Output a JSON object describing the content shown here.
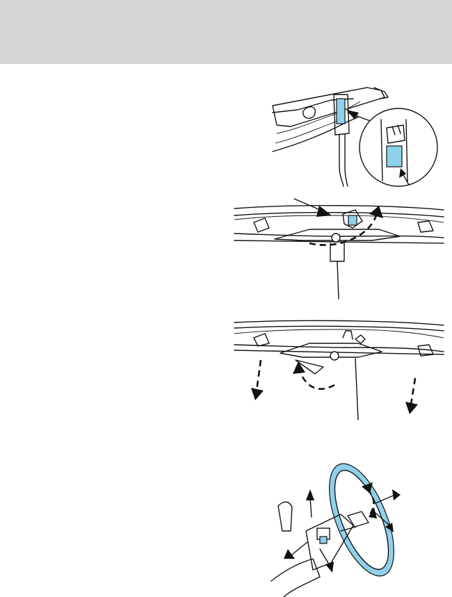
{
  "page": {
    "header_color": "#d6d6d6",
    "highlight_color": "#8fd0ea"
  },
  "figures": [
    {
      "name": "hood-release-lever",
      "icon": "hood-latch-lever-illustration"
    },
    {
      "name": "safety-catch-push",
      "icon": "safety-catch-illustration"
    },
    {
      "name": "hood-lift",
      "icon": "hood-lift-illustration"
    },
    {
      "name": "tilt-steering-wheel",
      "icon": "steering-column-illustration"
    }
  ]
}
